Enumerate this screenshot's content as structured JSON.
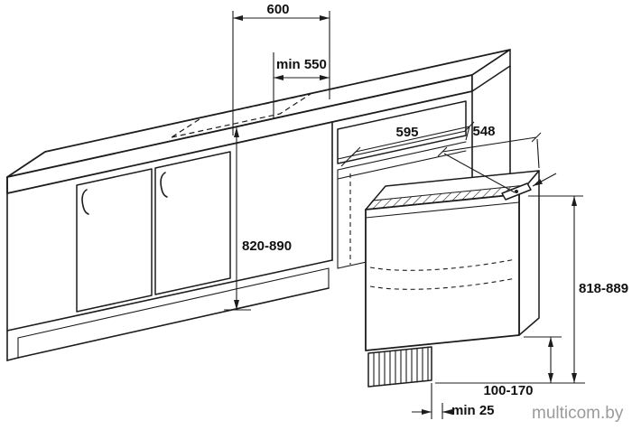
{
  "colors": {
    "background": "#ffffff",
    "line": "#1c1c1c",
    "label": "#111111",
    "watermark": "#9b9b9b"
  },
  "dimensions": {
    "counter_depth": {
      "label": "600"
    },
    "niche_depth_min": {
      "label": "min 550"
    },
    "niche_width": {
      "label": "595"
    },
    "appliance_depth": {
      "label": "548"
    },
    "worktop_height": {
      "label": "820-890"
    },
    "appliance_height": {
      "label": "818-889"
    },
    "plinth_height": {
      "label": "100-170"
    },
    "bottom_clearance_min": {
      "label": "min 25"
    }
  },
  "watermark": {
    "text": "multicom.by"
  }
}
